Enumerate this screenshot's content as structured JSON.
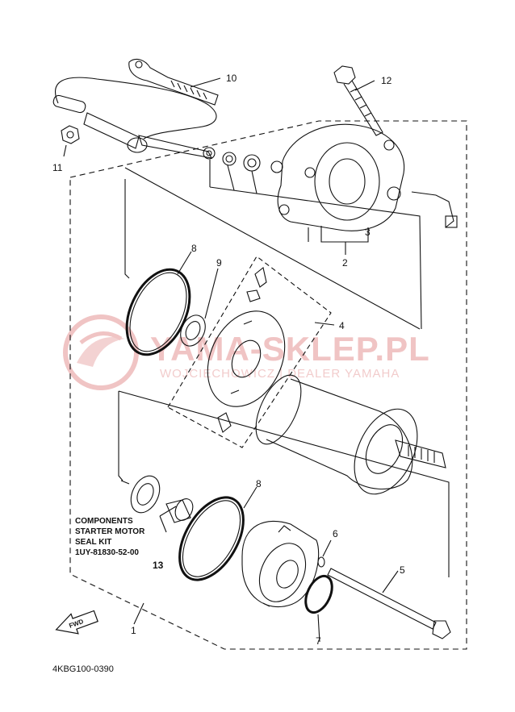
{
  "callouts": [
    "1",
    "2",
    "3",
    "4",
    "5",
    "6",
    "7",
    "8",
    "8",
    "9",
    "10",
    "11",
    "12",
    "13"
  ],
  "kit_note": {
    "line1": "COMPONENTS",
    "line2": "STARTER MOTOR",
    "line3": "SEAL KIT",
    "line4": "1UY-81830-52-00"
  },
  "diagram_code": "4KBG100-0390",
  "fwd_label": "FWD",
  "watermark": {
    "title": "YAMA-SKLEP.PL",
    "subtitle": "WOJCIECHOWICZ | DEALER YAMAHA"
  },
  "colors": {
    "ink": "#111111",
    "watermark": "#e8a8a8"
  }
}
